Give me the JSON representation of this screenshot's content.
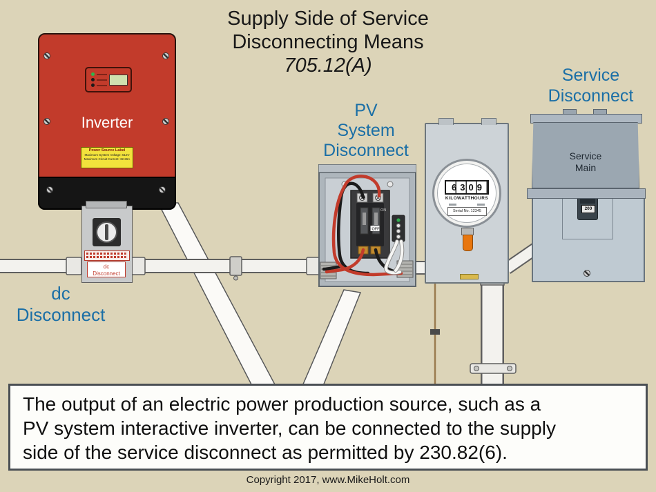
{
  "title": {
    "line1": "Supply Side of Service",
    "line2": "Disconnecting Means",
    "code": "705.12(A)"
  },
  "callouts": {
    "dc": {
      "line1": "dc",
      "line2": "Disconnect"
    },
    "pv": {
      "line1": "PV",
      "line2": "System",
      "line3": "Disconnect"
    },
    "service": {
      "line1": "Service",
      "line2": "Disconnect"
    }
  },
  "inverter": {
    "name": "Inverter",
    "power_source_label": {
      "title": "Power Source Label",
      "line1": "Maximum System Voltage: 512V",
      "line2": "Maximum Circuit Current: 32.26A"
    }
  },
  "dc_switch": {
    "label_line1": "dc",
    "label_line2": "Disconnect"
  },
  "pv_switch": {
    "on": "ON",
    "off": "OFF"
  },
  "meter": {
    "reading": "6309",
    "units": "KILOWATTHOURS",
    "serial": "Serial No. 12345"
  },
  "service": {
    "cover_line1": "Service",
    "cover_line2": "Main",
    "breaker_rating": "200"
  },
  "caption": {
    "line1": "The output of an electric power production source, such as a",
    "line2": "PV system interactive inverter, can be connected to the supply",
    "line3": "side of the service disconnect as permitted by 230.82(6)."
  },
  "footer": {
    "copyright": "Copyright 2017, www.MikeHolt.com"
  },
  "colors": {
    "background": "#DCD4B8",
    "label_blue": "#1B6FA6",
    "inverter_red": "#C23B2B",
    "tag_orange": "#E8760E"
  }
}
